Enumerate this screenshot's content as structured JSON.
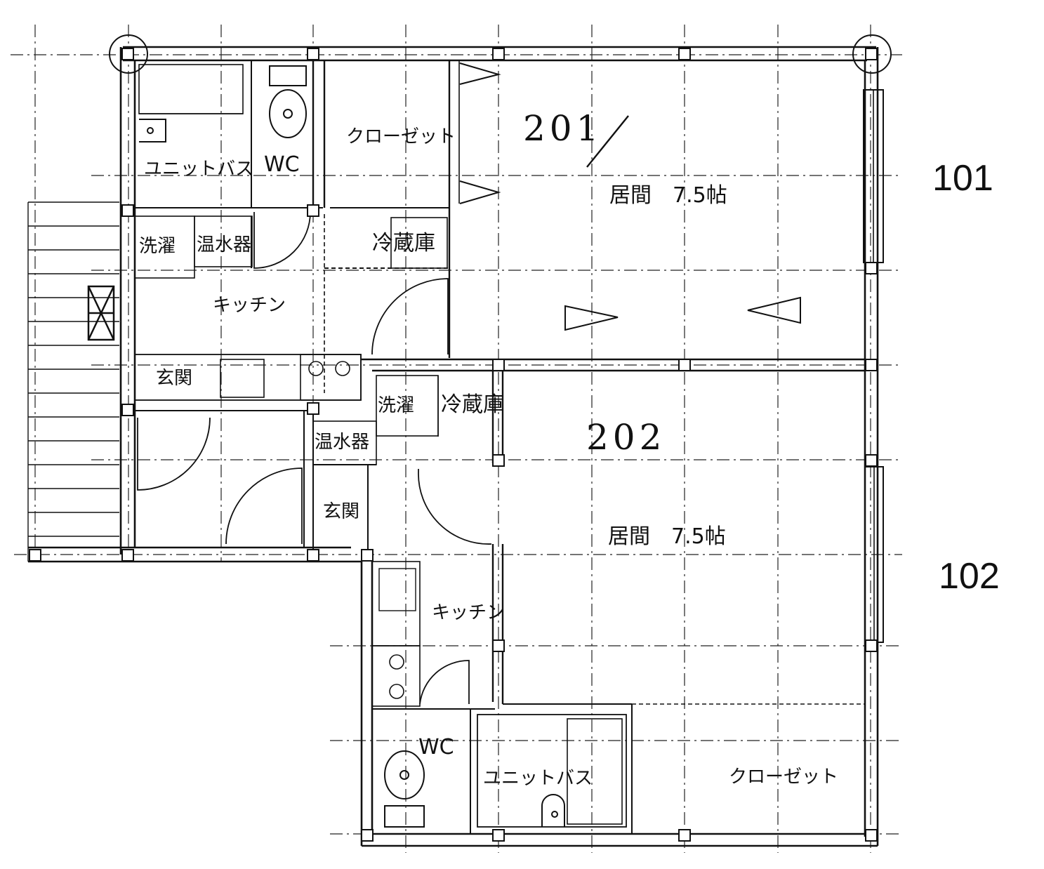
{
  "rooms": {
    "unit101": "101",
    "unit102": "102",
    "handwritten_201": "201",
    "handwritten_202": "202",
    "upper": {
      "closet": "クローゼット",
      "living": "居間　7.5帖",
      "unit_bath": "ユニットバス",
      "wc": "WC",
      "laundry": "洗濯",
      "water_heater": "温水器",
      "refrigerator": "冷蔵庫",
      "kitchen": "キッチン",
      "entrance": "玄関"
    },
    "lower": {
      "laundry": "洗濯",
      "refrigerator": "冷蔵庫",
      "water_heater": "温水器",
      "entrance": "玄関",
      "living": "居間　7.5帖",
      "kitchen": "キッチン",
      "wc": "WC",
      "unit_bath": "ユニットバス",
      "closet": "クローゼット"
    }
  },
  "colors": {
    "line": "#111111",
    "background": "#ffffff"
  }
}
